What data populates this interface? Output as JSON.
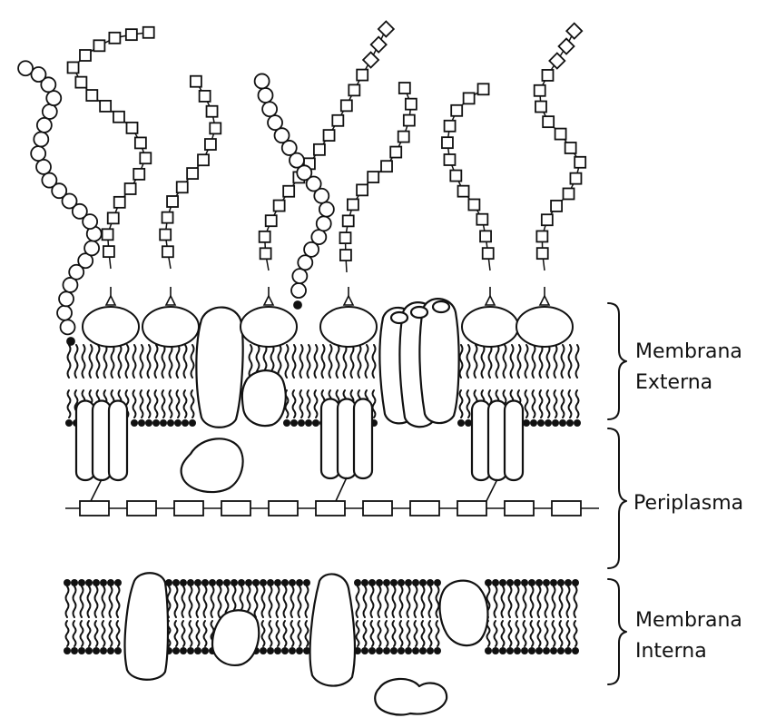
{
  "diagram": {
    "labels": {
      "outer_membrane_line1": "Membrana",
      "outer_membrane_line2": "Externa",
      "periplasm": "Periplasma",
      "inner_membrane_line1": "Membrana",
      "inner_membrane_line2": "Interna"
    },
    "colors": {
      "ink": "#111111",
      "background": "#ffffff"
    }
  }
}
